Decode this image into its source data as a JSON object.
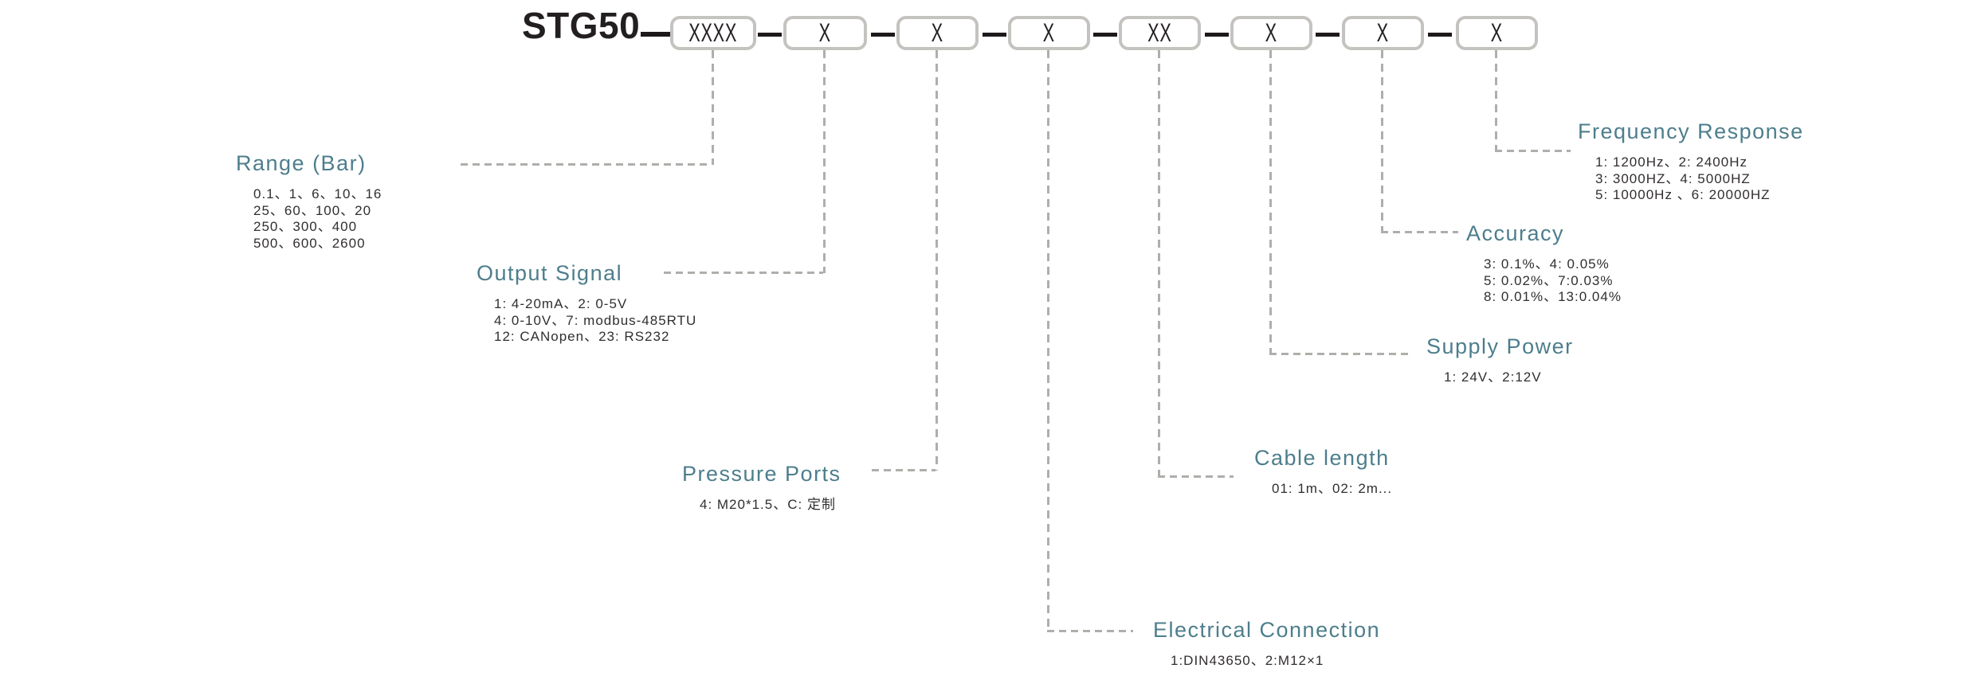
{
  "model": {
    "prefix": "STG50",
    "boxes": [
      "XXXX",
      "X",
      "X",
      "X",
      "XX",
      "X",
      "X",
      "X"
    ]
  },
  "colors": {
    "accent": "#4d7e8c",
    "dash": "#b0aeab",
    "box_border": "#c5c3c0",
    "code_text": "#231f20",
    "value_text": "#322e2f",
    "connector_black": "#1d191a"
  },
  "segments": [
    {
      "id": "range",
      "title": "Range (Bar)",
      "lines": [
        "0.1、1、6、10、16",
        "25、60、100、20",
        "250、300、400",
        "500、600、2600"
      ]
    },
    {
      "id": "output-signal",
      "title": "Output Signal",
      "lines": [
        "1: 4-20mA、2: 0-5V",
        "4: 0-10V、7: modbus-485RTU",
        "12: CANopen、23: RS232"
      ]
    },
    {
      "id": "pressure-ports",
      "title": "Pressure Ports",
      "lines": [
        "4: M20*1.5、C: 定制"
      ]
    },
    {
      "id": "electrical-connection",
      "title": "Electrical Connection",
      "lines": [
        "1:DIN43650、2:M12×1"
      ]
    },
    {
      "id": "cable-length",
      "title": "Cable length",
      "lines": [
        "01: 1m、02: 2m..."
      ]
    },
    {
      "id": "supply-power",
      "title": "Supply Power",
      "lines": [
        "1: 24V、2:12V"
      ]
    },
    {
      "id": "accuracy",
      "title": "Accuracy",
      "lines": [
        "3: 0.1%、4: 0.05%",
        "5: 0.02%、7:0.03%",
        "8: 0.01%、13:0.04%"
      ]
    },
    {
      "id": "frequency-response",
      "title": "Frequency Response",
      "lines": [
        "1: 1200Hz、2: 2400Hz",
        "3: 3000HZ、4: 5000HZ",
        "5: 10000Hz 、6: 20000HZ"
      ]
    }
  ]
}
